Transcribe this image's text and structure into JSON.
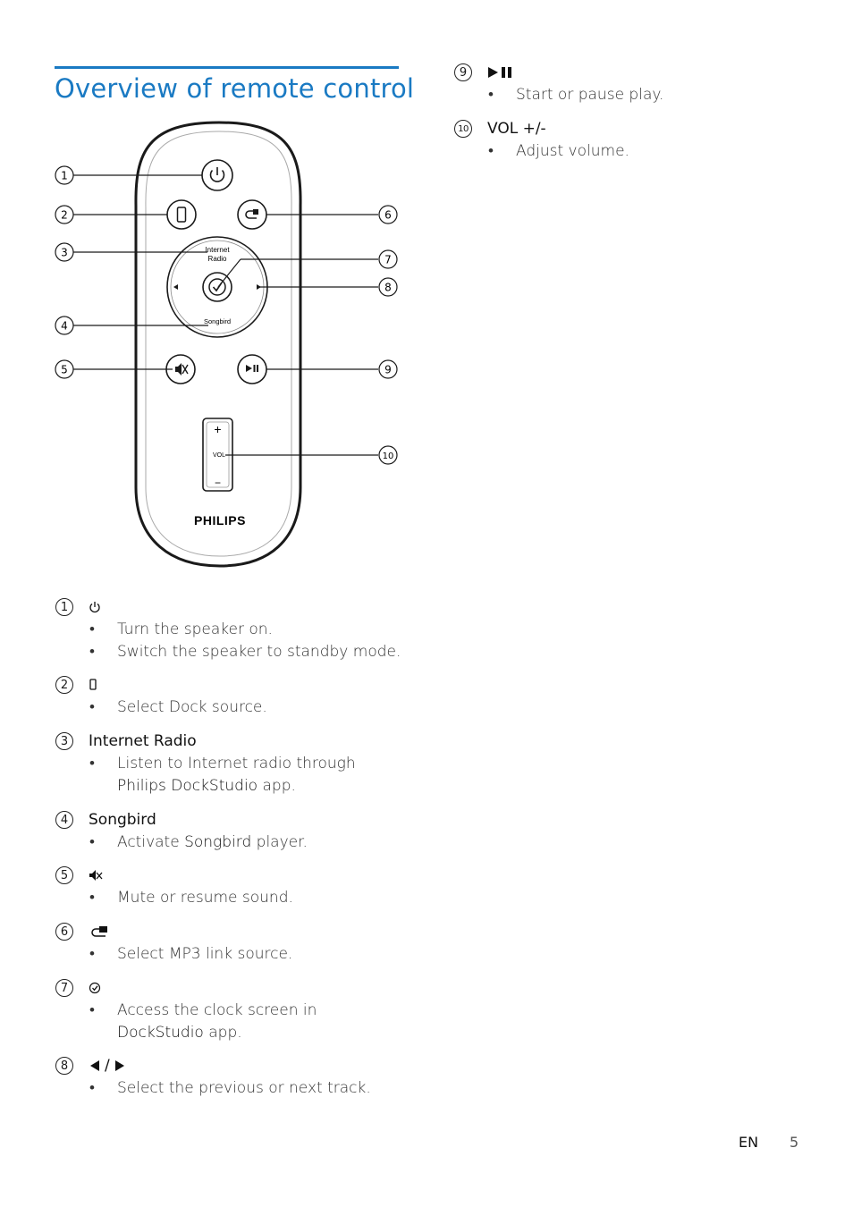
{
  "page": {
    "title": "Overview of remote control",
    "language": "EN",
    "page_number": "5"
  },
  "diagram": {
    "brand": "PHILIPS",
    "nav_top_label_line1": "Internet",
    "nav_top_label_line2": "Radio",
    "nav_bottom_label": "Songbird",
    "vol_label": "VOL",
    "vol_plus": "+",
    "vol_minus": "−",
    "callouts": [
      "1",
      "2",
      "3",
      "4",
      "5",
      "6",
      "7",
      "8",
      "9",
      "10"
    ]
  },
  "items": [
    {
      "number": "1",
      "icon": "power-icon",
      "heading": "",
      "bullets": [
        [
          "Turn the speaker on."
        ],
        [
          "Switch the speaker to standby mode."
        ]
      ]
    },
    {
      "number": "2",
      "icon": "dock-icon",
      "heading": "",
      "bullets": [
        [
          "Select Dock source."
        ]
      ]
    },
    {
      "number": "3",
      "icon": "",
      "heading": "Internet Radio",
      "bullets": [
        [
          "Listen to Internet radio through ",
          "Philips DockStudio",
          " app."
        ]
      ]
    },
    {
      "number": "4",
      "icon": "",
      "heading": "Songbird",
      "bullets": [
        [
          "Activate ",
          "Songbird",
          " player."
        ]
      ]
    },
    {
      "number": "5",
      "icon": "mute-icon",
      "heading": "",
      "bullets": [
        [
          "Mute or resume sound."
        ]
      ]
    },
    {
      "number": "6",
      "icon": "mp3-link-icon",
      "heading": "",
      "bullets": [
        [
          "Select MP3 link source."
        ]
      ]
    },
    {
      "number": "7",
      "icon": "check-icon",
      "heading": "",
      "bullets": [
        [
          "Access the clock screen in ",
          "DockStudio",
          " app."
        ]
      ]
    },
    {
      "number": "8",
      "icon": "prev-next-icon",
      "heading": "/",
      "bullets": [
        [
          "Select the previous or next track."
        ]
      ]
    },
    {
      "number": "9",
      "icon": "play-pause-icon",
      "heading": "",
      "bullets": [
        [
          "Start or pause play."
        ]
      ]
    },
    {
      "number": "10",
      "icon": "",
      "heading": "VOL +/-",
      "bullets": [
        [
          "Adjust volume."
        ]
      ]
    }
  ]
}
